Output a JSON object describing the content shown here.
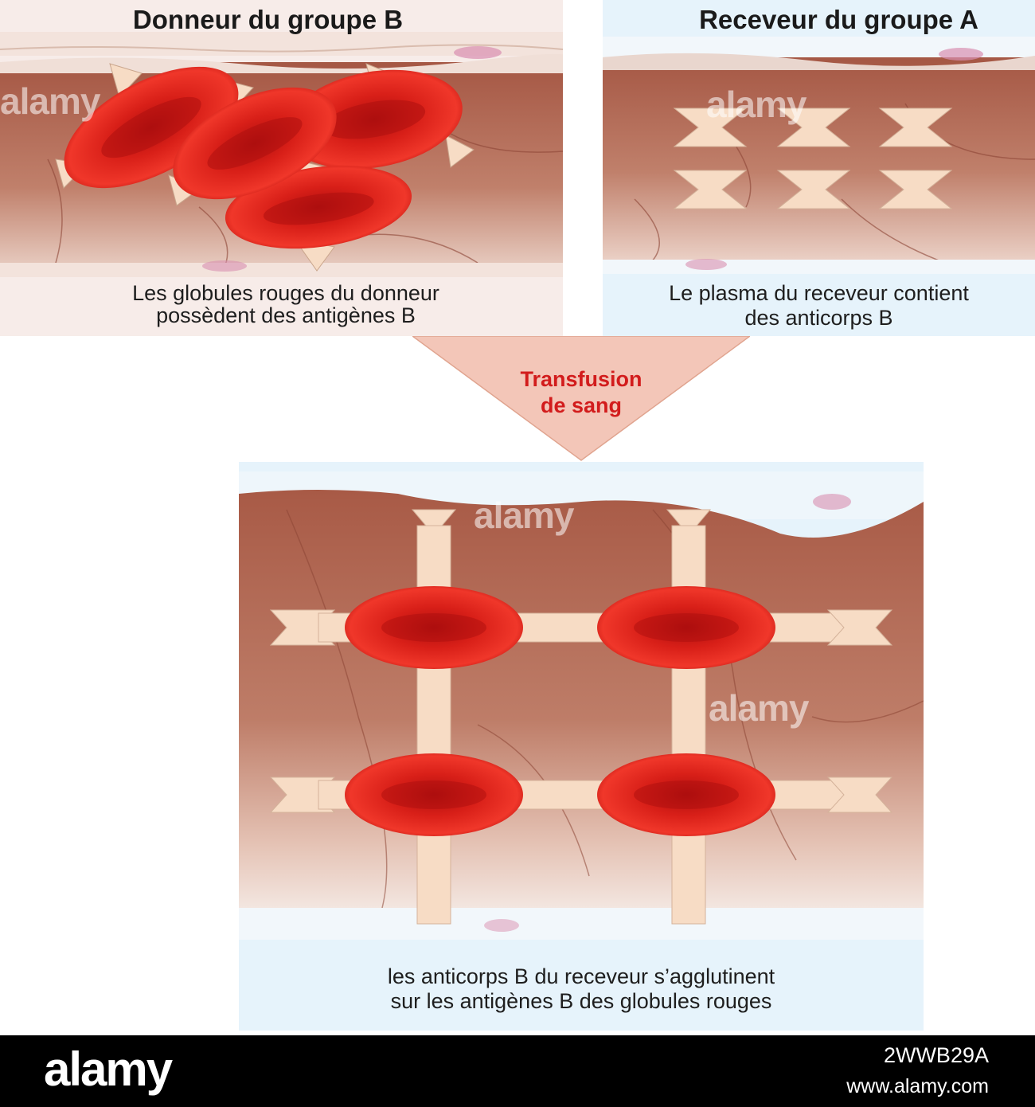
{
  "panels": {
    "donor": {
      "title": "Donneur du groupe B",
      "caption_line1": "Les globules rouges du donneur",
      "caption_line2": "possèdent des antigènes B"
    },
    "recipient": {
      "title": "Receveur du groupe A",
      "caption_line1": "Le plasma du receveur contient",
      "caption_line2": "des anticorps B"
    },
    "result": {
      "caption_line1": "les anticorps B du receveur s’agglutinent",
      "caption_line2": "sur les antigènes B des globules rouges"
    }
  },
  "arrow": {
    "line1": "Transfusion",
    "line2": "de sang"
  },
  "watermark": "alamy",
  "footer": {
    "logo": "alamy",
    "image_id": "2WWB29A",
    "url": "www.alamy.com"
  },
  "colors": {
    "donor_background": "#f7ece9",
    "recipient_background": "#e6f3fb",
    "result_background": "#e6f3fb",
    "vessel_tissue": "#b46a57",
    "red_cell": "#e8241e",
    "antigen_antibody": "#f7dcc5",
    "arrow_fill": "#f3c6b8",
    "arrow_text": "#d21c1c"
  }
}
